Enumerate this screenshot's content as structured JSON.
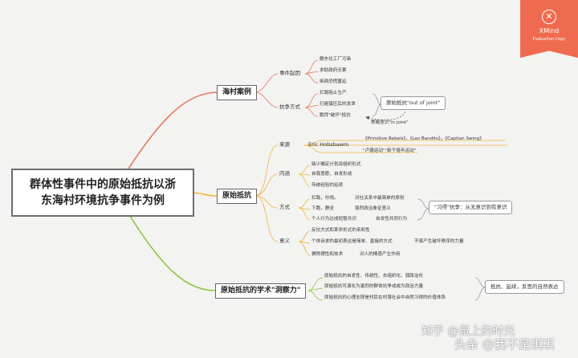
{
  "root": {
    "line1": "群体性事件中的原始抵抗以浙",
    "line2": "东海村环境抗争事件为例"
  },
  "case": {
    "title": "海村案例",
    "origin": {
      "label": "事件起因",
      "items": [
        "颤东化工厂污染",
        "求助政府无果",
        "疾病恐慌蔓延"
      ]
    },
    "methods": {
      "label": "抗争方式",
      "items": [
        "拦路阻止生产",
        "打砸镇压后的发泄",
        "跪拜\"破坏\"抵抗"
      ]
    },
    "summary": "原始抵抗\"out of joint\"",
    "strategy": "策略意识\"in joint\""
  },
  "resistance": {
    "title": "原始抵抗",
    "source": {
      "label": "来源",
      "author": "Eric Hobsbawm",
      "books": "《Primitive Rebels》，《Les Bandits》，《Capitan Swing》",
      "movement": "\"卢德运动\"\"新千禧年运动\""
    },
    "connotation": {
      "label": "内涵",
      "items": [
        "缺少确定计划及组织形式",
        "自我意愿，自发形成",
        "传统经验的延续"
      ]
    },
    "mode": {
      "label": "方式",
      "items": [
        {
          "a": "拦路，吵闹。",
          "b": "对社关系中最简单的原则"
        },
        {
          "a": "下跪，静坐",
          "b": "强烈政治象征意义"
        },
        {
          "a": "个人行为达成短暂共识",
          "b": "自发性共同行为"
        }
      ],
      "summary": "\"习得\"抗争：从无意识到有意识"
    },
    "meaning": {
      "label": "意义",
      "items": [
        {
          "a": "反抗方式和革命形式的亲和性",
          "b": ""
        },
        {
          "a": "个体诉求的最初表达是简单、直接的方式",
          "b": "不易产生破坏秩序的力量"
        },
        {
          "a": "摒除理性和技术",
          "b": "对人的情感产生作用"
        }
      ]
    }
  },
  "insight": {
    "title": "原始抵抗的学术\"洞察力\"",
    "items": [
      "原始抵抗的自发性、传统性、去组织化、弱政治化",
      "原始抵抗可演化为激烈的群体抗争或成为政治力量",
      "原始抵抗的心理支撑是村民在村落社会中自然习得的价值体系"
    ],
    "summary": "抵抗、延续，反思的自然表达"
  },
  "badge": {
    "icon": "x-icon",
    "brand": "XMind",
    "sub": "Evaluation Copy"
  },
  "watermark": {
    "zhihu": "知乎 @鼠上的时光",
    "toutiao": "头条 @我不是琪琪"
  },
  "colors": {
    "case": "#e8795c",
    "resistance": "#f2b53d",
    "insight": "#8cc63f",
    "badge": "#ef6b4f"
  }
}
